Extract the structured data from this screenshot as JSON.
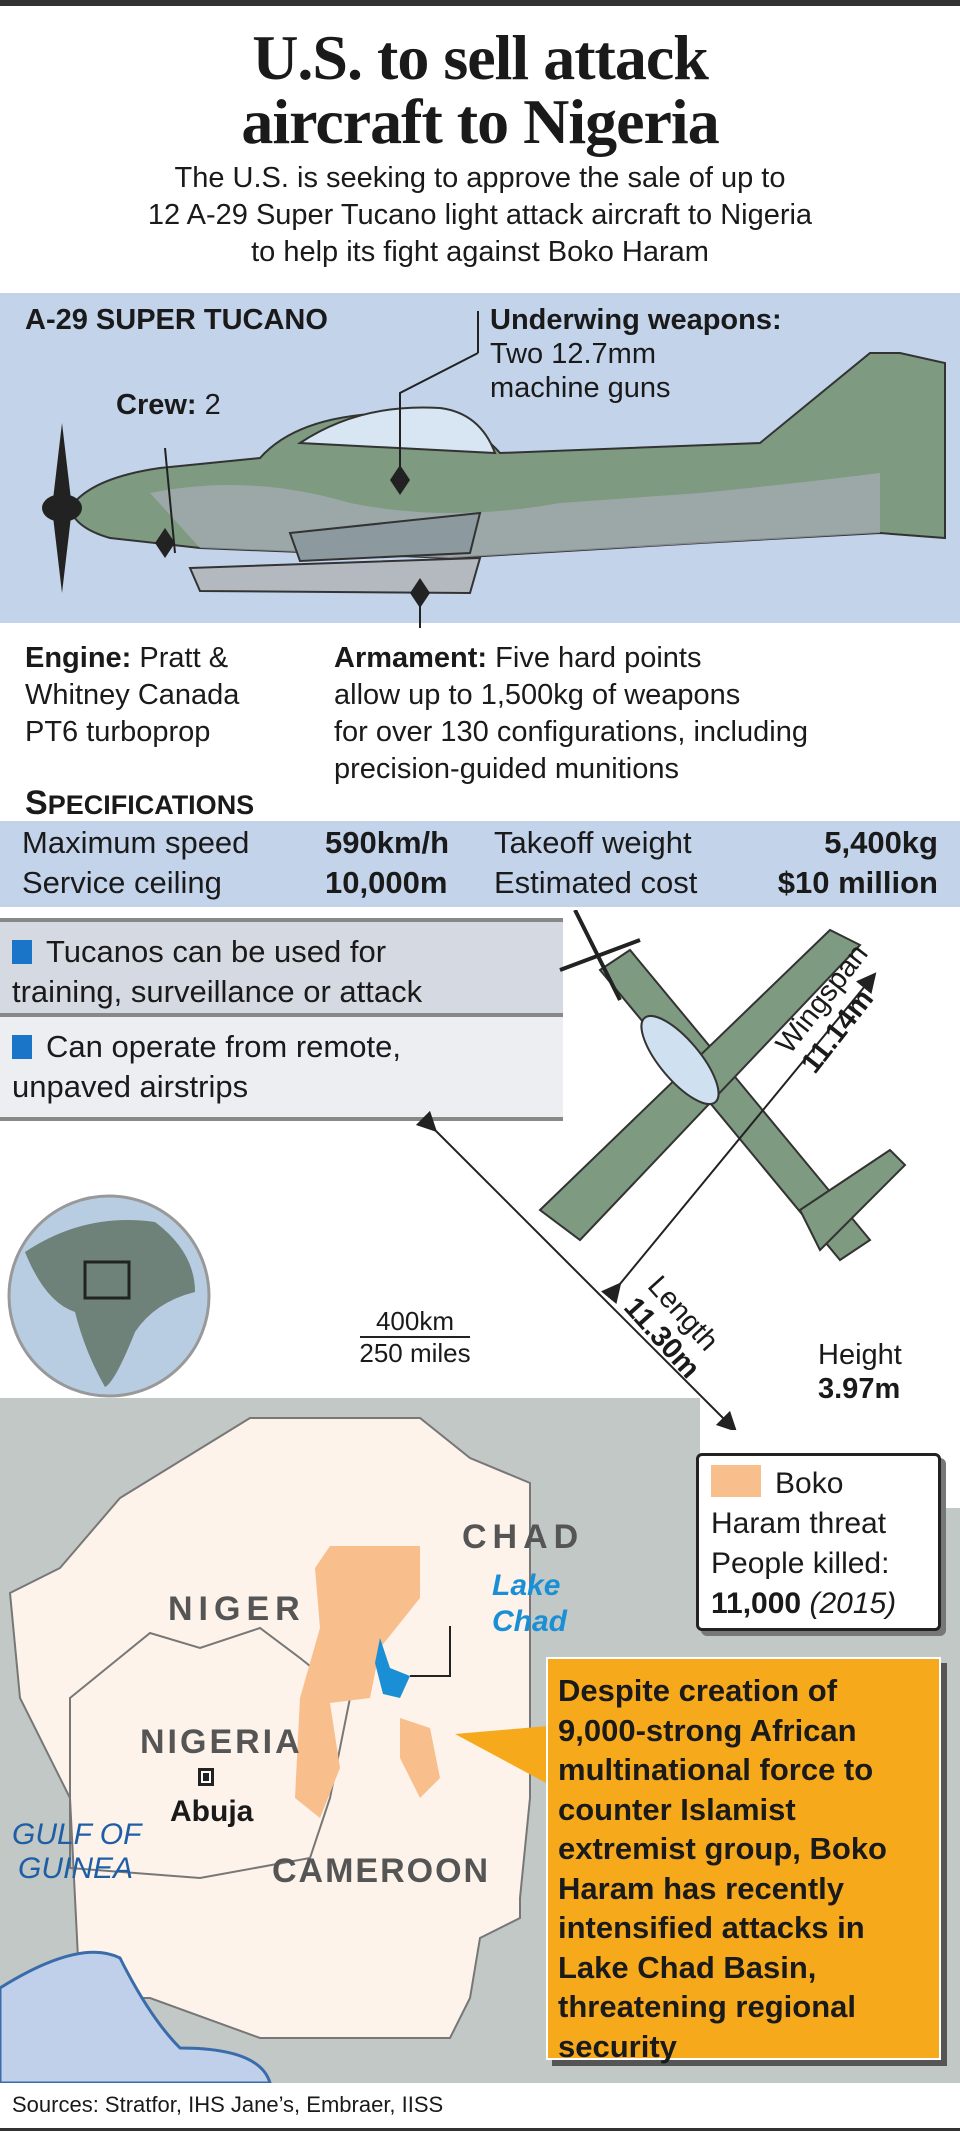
{
  "title": {
    "line1": "U.S. to sell attack",
    "line2": "aircraft to Nigeria"
  },
  "subtitle": [
    "The U.S. is seeking to approve the sale of up to",
    "12 A-29 Super Tucano light attack aircraft to Nigeria",
    "to help its fight against Boko Haram"
  ],
  "aircraft": {
    "name": "A-29 SUPER TUCANO",
    "crew_label": "Crew:",
    "crew_value": "2",
    "weapons_label": "Underwing weapons:",
    "weapons_text": [
      "Two 12.7mm",
      "machine guns"
    ],
    "engine_label": "Engine:",
    "engine_text": [
      "Pratt &",
      "Whitney Canada",
      "PT6 turboprop"
    ],
    "armament_label": "Armament:",
    "armament_text": [
      "Five hard points",
      "allow up to 1,500kg of weapons",
      "for over 130 configurations, including",
      "precision-guided munitions"
    ]
  },
  "specs": {
    "heading_cap": "S",
    "heading_rest": "PECIFICATIONS",
    "rows": [
      {
        "label": "Maximum speed",
        "value": "590km/h",
        "label2": "Takeoff weight",
        "value2": "5,400kg"
      },
      {
        "label": "Service ceiling",
        "value": "10,000m",
        "label2": "Estimated cost",
        "value2": "$10 million"
      }
    ]
  },
  "bullets": [
    [
      "Tucanos can be used for",
      "training, surveillance or attack"
    ],
    [
      "Can operate from remote,",
      "unpaved airstrips"
    ]
  ],
  "dimensions": {
    "wingspan_label": "Wingspan",
    "wingspan": "11.14m",
    "length_label": "Length",
    "length": "11.30m",
    "height_label": "Height",
    "height": "3.97m"
  },
  "map": {
    "scale_km": "400km",
    "scale_mi": "250 miles",
    "countries": [
      "NIGER",
      "CHAD",
      "NIGERIA",
      "CAMEROON"
    ],
    "lake": [
      "Lake",
      "Chad"
    ],
    "capital": "Abuja",
    "sea": [
      "GULF OF",
      "GUINEA"
    ]
  },
  "legend": {
    "item": [
      "Boko",
      "Haram threat"
    ],
    "killed_label": "People killed:",
    "killed_value": "11,000",
    "killed_year": "(2015)"
  },
  "callout": "Despite creation of 9,000-strong African multinational force to counter Islamist extremist group, Boko Haram has recently intensified attacks in Lake Chad Basin, threatening regional security",
  "sources": "Sources: Stratfor, IHS Jane’s, Embraer, IISS",
  "colors": {
    "band": "#c3d3ea",
    "threat": "#f8be8c",
    "callout": "#f7a91c",
    "lake": "#1a8fd6",
    "land": "#fdf3ea",
    "neighbors": "#c2c8c5",
    "sea": "#c0d0ea"
  }
}
